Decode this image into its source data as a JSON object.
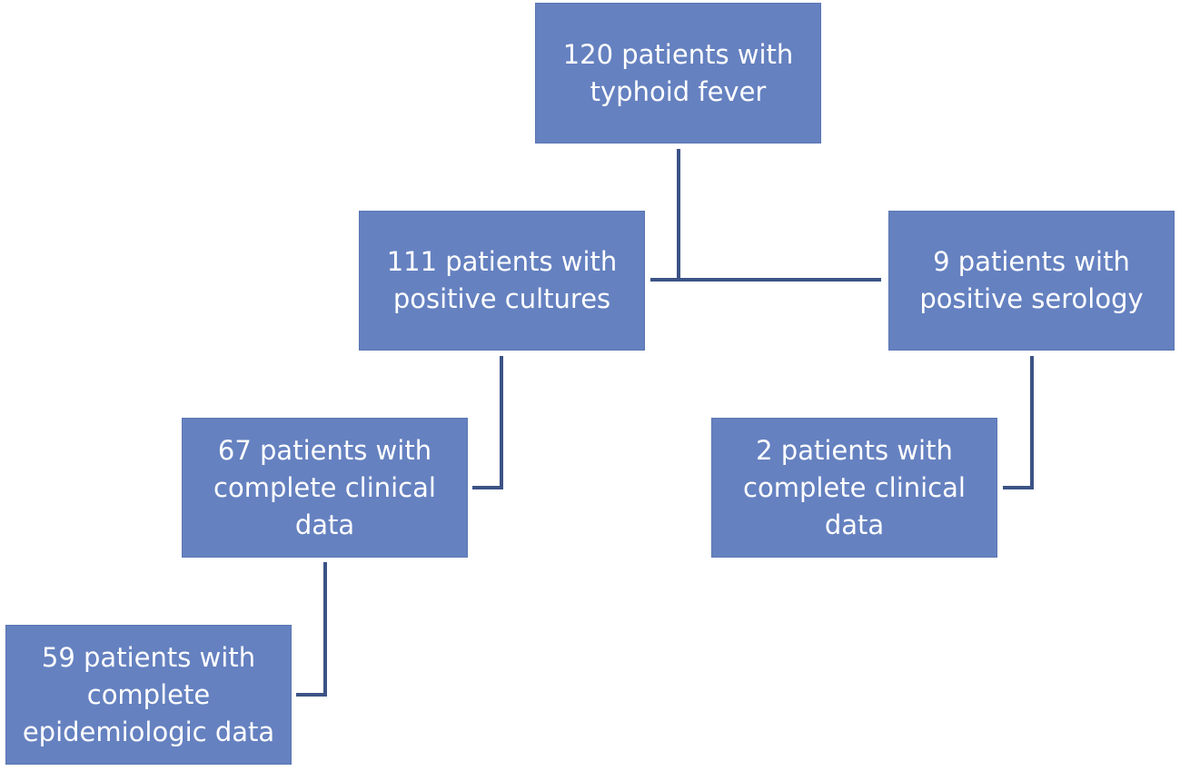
{
  "diagram": {
    "colors": {
      "box_fill": "#6581c0",
      "box_text": "#ffffff",
      "connector": "#3c5386"
    },
    "nodes": {
      "all_patients": "120 patients with\ntyphoid fever",
      "positive_cultures": "111 patients with\npositive cultures",
      "positive_serology": "9 patients with\npositive serology",
      "cultures_complete_clinical": "67 patients with\ncomplete clinical\ndata",
      "serology_complete_clinical": "2 patients with\ncomplete clinical\ndata",
      "complete_epidemiologic": "59 patients with\ncomplete\nepidemiologic data"
    }
  }
}
